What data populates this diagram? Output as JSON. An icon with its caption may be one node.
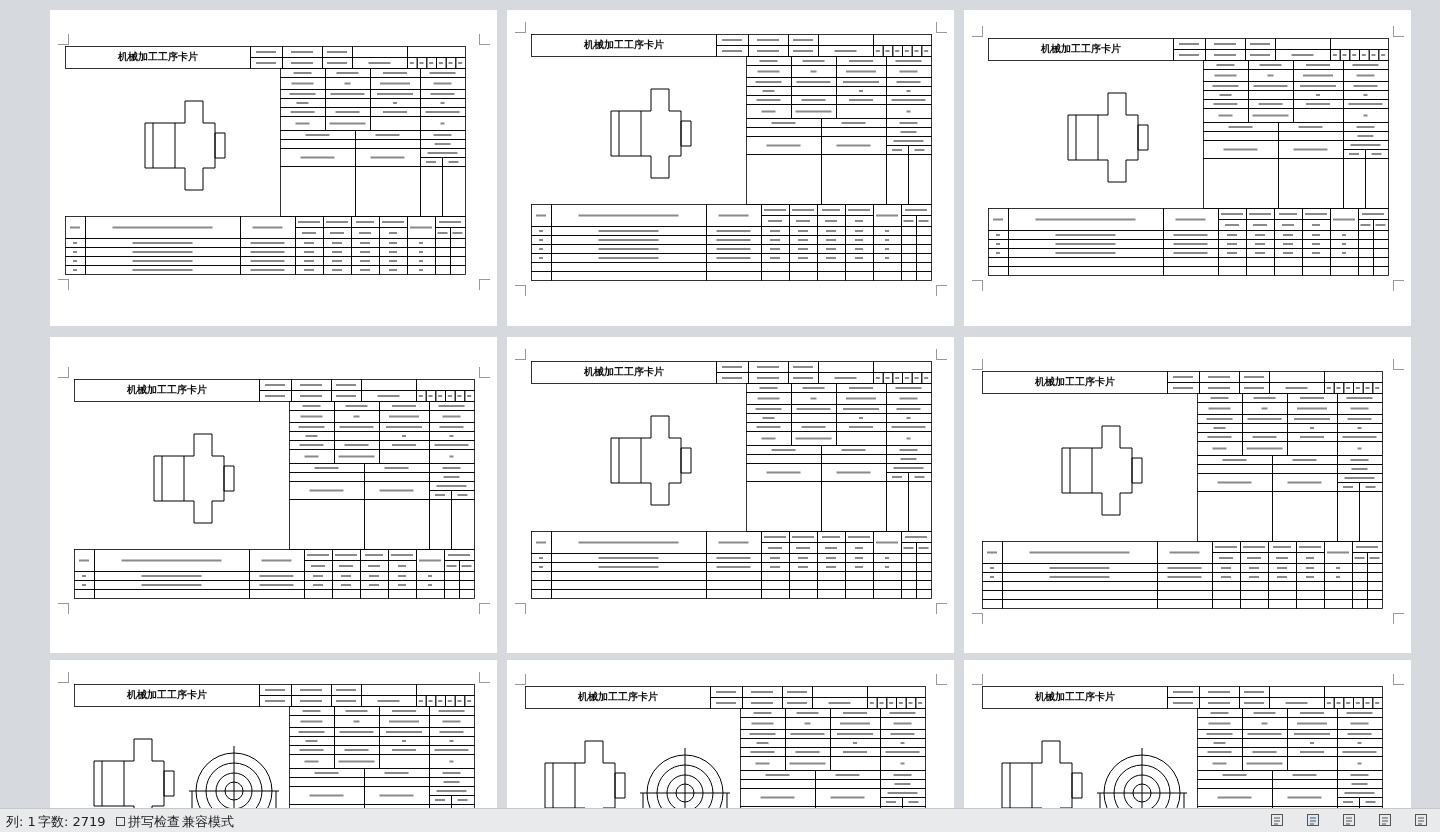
{
  "diagram": {
    "nodes": [
      {
        "text": [
          "机械加工工序卡片"
        ]
      },
      {
        "text": [
          "机械加工工序卡片"
        ]
      },
      {
        "text": [
          "机械加工工序卡片"
        ]
      },
      {
        "text": [
          "机械加工工序卡片"
        ]
      },
      {
        "text": [
          "机械加工工序卡片"
        ]
      },
      {
        "text": [
          "机械加工工序卡片"
        ]
      },
      {
        "text": [
          "机械加工工序卡片"
        ]
      },
      {
        "text": [
          "机械加工工序卡片"
        ]
      },
      {
        "text": [
          "机械加工工序卡片"
        ]
      }
    ],
    "labels": [
      "列: 1",
      "字数: 2719",
      "拼写检查",
      "兼容模式"
    ]
  }
}
